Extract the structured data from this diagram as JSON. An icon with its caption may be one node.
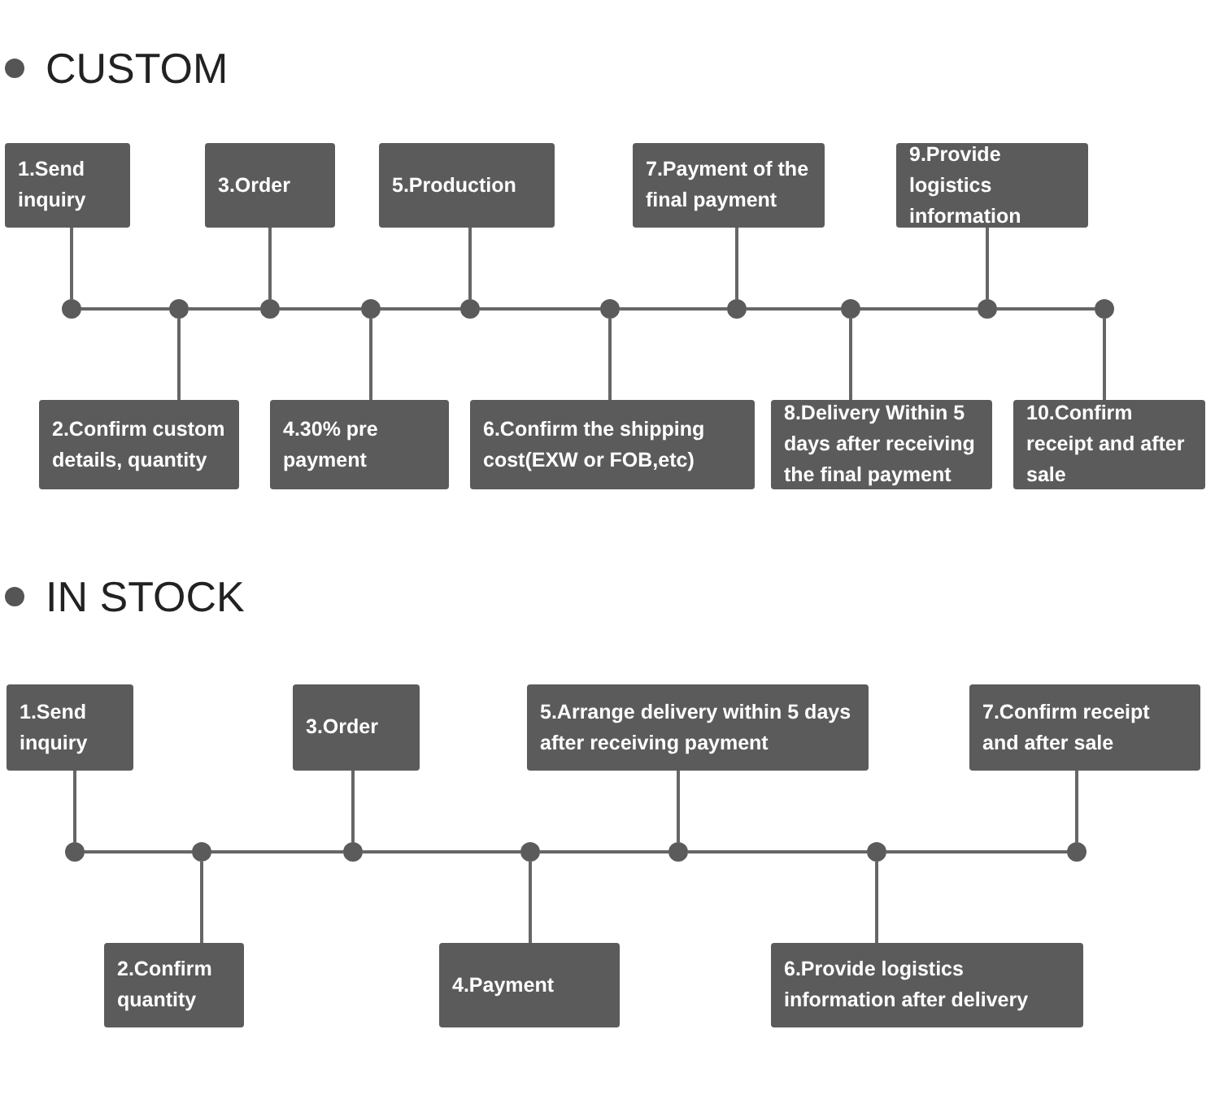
{
  "diagram": {
    "nodes": [
      {
        "text": [
          "1.Send inquiry"
        ]
      },
      {
        "text": [
          "2.Confirm custom details, quantity"
        ]
      },
      {
        "text": [
          "3.Order"
        ]
      },
      {
        "text": [
          "4.30% pre payment"
        ]
      },
      {
        "text": [
          "5.Production"
        ]
      },
      {
        "text": [
          "6.Confirm the shipping cost(EXW or FOB,etc)"
        ]
      },
      {
        "text": [
          "7.Payment of the final payment"
        ]
      },
      {
        "text": [
          "8.Delivery Within 5 days after receiving the final payment"
        ]
      },
      {
        "text": [
          "9.Provide logistics information"
        ]
      },
      {
        "text": [
          "10.Confirm receipt and after sale"
        ]
      },
      {
        "text": [],
        "shape": "circle"
      },
      {
        "text": [],
        "shape": "circle"
      },
      {
        "text": [],
        "shape": "circle"
      },
      {
        "text": [],
        "shape": "circle"
      },
      {
        "text": [],
        "shape": "circle"
      },
      {
        "text": [],
        "shape": "circle"
      },
      {
        "text": [],
        "shape": "circle"
      },
      {
        "text": [],
        "shape": "circle"
      },
      {
        "text": [],
        "shape": "circle"
      },
      {
        "text": [],
        "shape": "circle"
      },
      {
        "text": [
          "1.Send inquiry"
        ]
      },
      {
        "text": [
          "2.Confirm quantity"
        ]
      },
      {
        "text": [
          "3.Order"
        ]
      },
      {
        "text": [
          "4.Payment"
        ]
      },
      {
        "text": [
          "5.Arrange delivery within 5 days after receiving payment"
        ]
      },
      {
        "text": [
          "6.Provide logistics information after delivery"
        ]
      },
      {
        "text": [
          "7.Confirm receipt and after sale"
        ]
      },
      {
        "text": [],
        "shape": "circle"
      },
      {
        "text": [],
        "shape": "circle"
      },
      {
        "text": [],
        "shape": "circle"
      },
      {
        "text": [],
        "shape": "circle"
      },
      {
        "text": [],
        "shape": "circle"
      },
      {
        "text": [],
        "shape": "circle"
      },
      {
        "text": [],
        "shape": "circle"
      }
    ],
    "edges": [
      {
        "from": 0,
        "to": 10,
        "arrow": "none"
      },
      {
        "from": 1,
        "to": 11,
        "arrow": "none"
      },
      {
        "from": 2,
        "to": 12,
        "arrow": "none"
      },
      {
        "from": 3,
        "to": 13,
        "arrow": "none"
      },
      {
        "from": 4,
        "to": 14,
        "arrow": "none"
      },
      {
        "from": 5,
        "to": 15,
        "arrow": "none"
      },
      {
        "from": 6,
        "to": 16,
        "arrow": "none"
      },
      {
        "from": 7,
        "to": 17,
        "arrow": "none"
      },
      {
        "from": 8,
        "to": 18,
        "arrow": "none"
      },
      {
        "from": 9,
        "to": 19,
        "arrow": "none"
      },
      {
        "from": 10,
        "to": 11,
        "arrow": "none"
      },
      {
        "from": 11,
        "to": 12,
        "arrow": "none"
      },
      {
        "from": 12,
        "to": 13,
        "arrow": "none"
      },
      {
        "from": 13,
        "to": 14,
        "arrow": "none"
      },
      {
        "from": 14,
        "to": 15,
        "arrow": "none"
      },
      {
        "from": 15,
        "to": 16,
        "arrow": "none"
      },
      {
        "from": 16,
        "to": 17,
        "arrow": "none"
      },
      {
        "from": 17,
        "to": 18,
        "arrow": "none"
      },
      {
        "from": 18,
        "to": 19,
        "arrow": "none"
      },
      {
        "from": 20,
        "to": 27,
        "arrow": "none"
      },
      {
        "from": 21,
        "to": 28,
        "arrow": "none"
      },
      {
        "from": 22,
        "to": 29,
        "arrow": "none"
      },
      {
        "from": 23,
        "to": 30,
        "arrow": "none"
      },
      {
        "from": 24,
        "to": 31,
        "arrow": "none"
      },
      {
        "from": 25,
        "to": 32,
        "arrow": "none"
      },
      {
        "from": 26,
        "to": 33,
        "arrow": "none"
      },
      {
        "from": 27,
        "to": 28,
        "arrow": "none"
      },
      {
        "from": 28,
        "to": 29,
        "arrow": "none"
      },
      {
        "from": 29,
        "to": 30,
        "arrow": "none"
      },
      {
        "from": 30,
        "to": 31,
        "arrow": "none"
      },
      {
        "from": 31,
        "to": 32,
        "arrow": "none"
      },
      {
        "from": 32,
        "to": 33,
        "arrow": "none"
      }
    ],
    "labels": [
      "CUSTOM",
      "IN STOCK"
    ]
  }
}
